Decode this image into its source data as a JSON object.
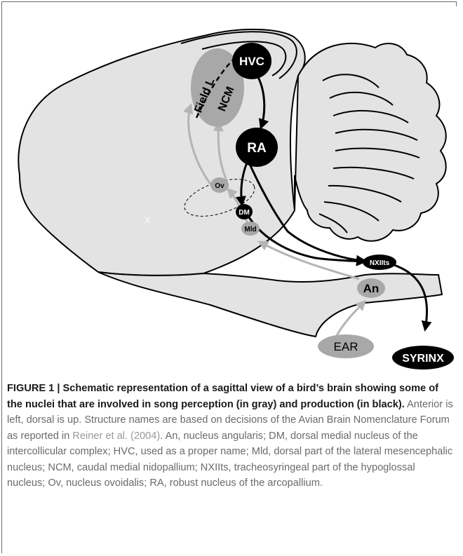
{
  "nuclei": {
    "hvc": "HVC",
    "ra": "RA",
    "field_l": "Field L",
    "ncm": "NCM",
    "ov": "Ov",
    "dm": "DM",
    "mld": "Mld",
    "nxiits": "NXIIts",
    "an": "An",
    "ear": "EAR",
    "syrinx": "SYRINX",
    "x": "X"
  },
  "colors": {
    "brain_fill": "#e3e3e3",
    "production": "#000000",
    "perception": "#b4b4b4",
    "caption_text": "#6a6a6a",
    "reference_link": "#9a9a9a"
  },
  "caption": {
    "title": "FIGURE 1 | Schematic representation of a sagittal view of a bird’s brain showing some of the nuclei that are involved in song perception (in gray) and production (in black).",
    "body_1": " Anterior is left, dorsal is up. Structure names are based on decisions of the Avian Brain Nomenclature Forum as reported in ",
    "reference": "Reiner et al. (2004)",
    "body_2": ". An, nucleus angularis; DM, dorsal medial nucleus of the intercollicular complex; HVC, used as a proper name; Mld, dorsal part of the lateral mesencephalic nucleus; NCM, caudal medial nidopallium; NXIIts, tracheosyringeal part of the hypoglossal nucleus; Ov, nucleus ovoidalis; RA, robust nucleus of the arcopallium."
  }
}
